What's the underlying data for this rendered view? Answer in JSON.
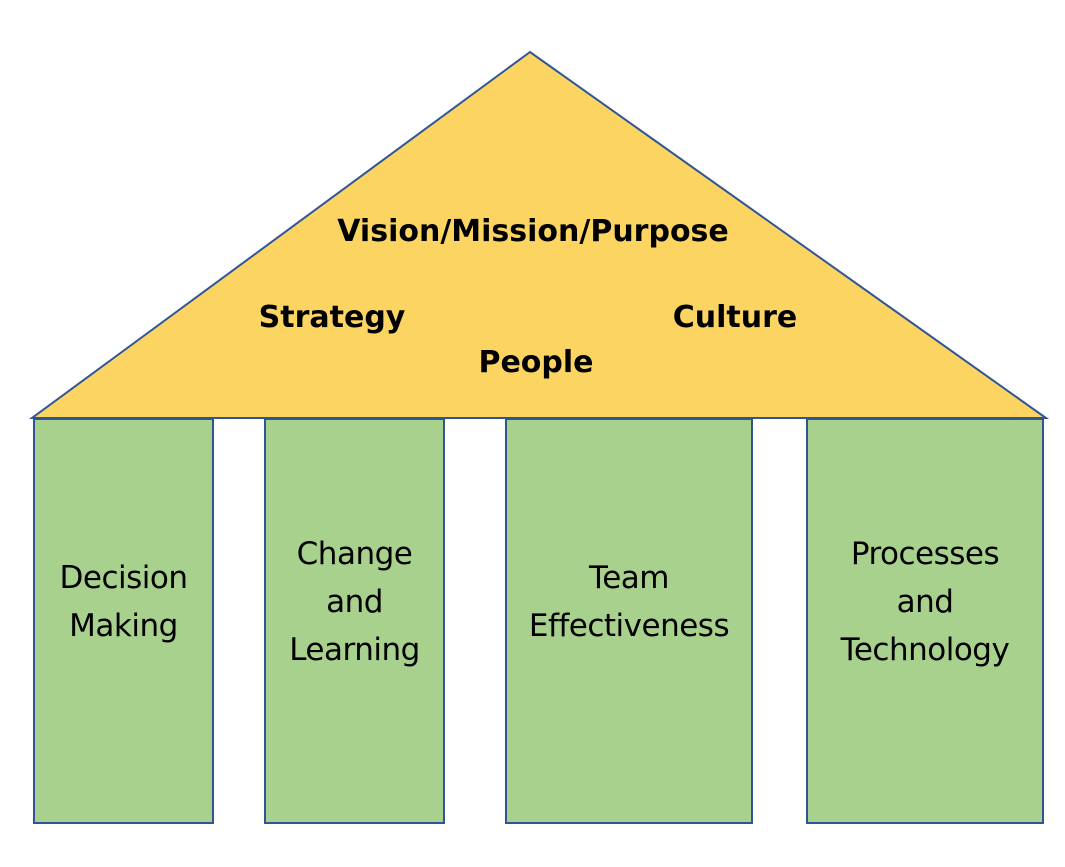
{
  "colors": {
    "roof_fill": "#fcd462",
    "pillar_fill": "#a9d18e",
    "outline": "#2f5597"
  },
  "roof": {
    "title": "Vision/Mission/Purpose",
    "left": "Strategy",
    "right": "Culture",
    "center": "People"
  },
  "pillars": [
    {
      "label": "Decision\nMaking"
    },
    {
      "label": "Change\nand\nLearning"
    },
    {
      "label": "Team\nEffectiveness"
    },
    {
      "label": "Processes\nand\nTechnology"
    }
  ]
}
